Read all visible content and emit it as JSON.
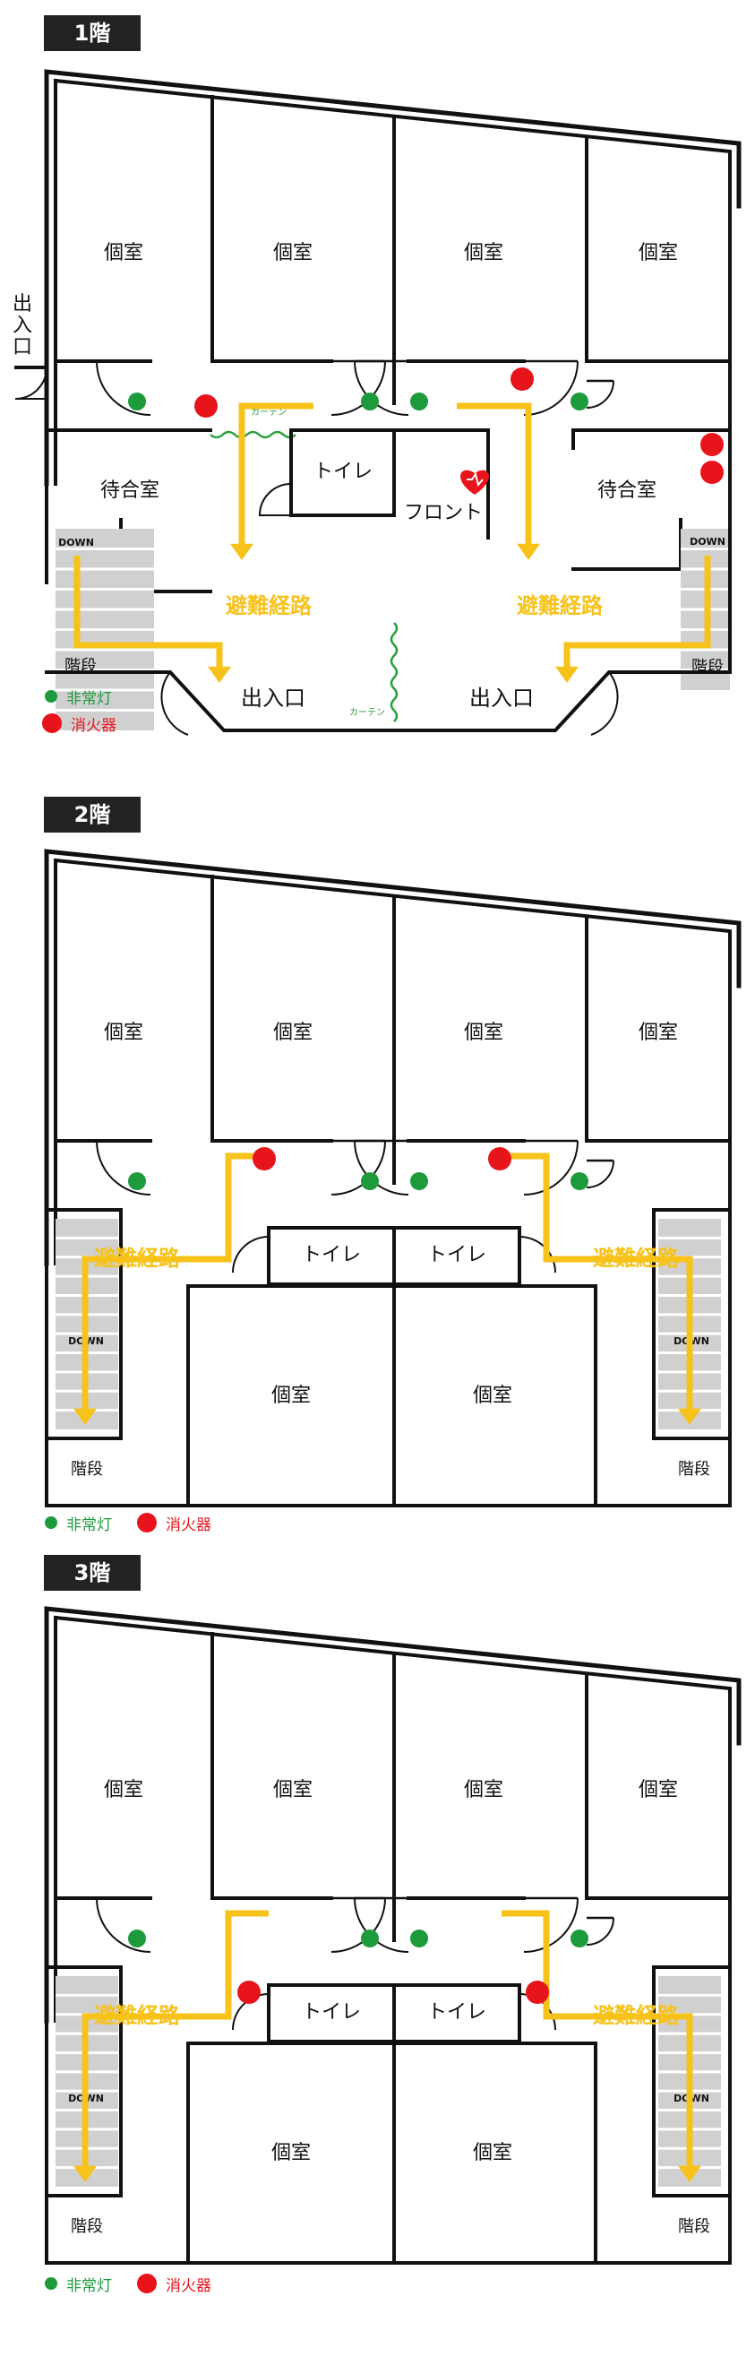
{
  "colors": {
    "wall": "#111111",
    "route": "#f7c21a",
    "light": "#1d9a3c",
    "ext": "#e8141c",
    "stairs": "#d0d0d0",
    "curtain": "#2aa039",
    "aed": "#e8141c"
  },
  "labels": {
    "room": "個室",
    "waiting": "待合室",
    "toilet": "トイレ",
    "front": "フロント",
    "route": "避難経路",
    "stairs": "階段",
    "down": "DOWN",
    "exit": "出入口",
    "exit_vertical": "出入口",
    "curtain": "カーテン"
  },
  "legend": {
    "light": "非常灯",
    "ext": "消火器"
  },
  "floors": [
    {
      "id": "f1",
      "label": "1階"
    },
    {
      "id": "f2",
      "label": "2階"
    },
    {
      "id": "f3",
      "label": "3階"
    }
  ],
  "icons": [
    "emergency-light-icon",
    "fire-extinguisher-icon",
    "aed-heart-icon",
    "route-arrow-icon",
    "curtain-icon",
    "door-swing-icon"
  ]
}
